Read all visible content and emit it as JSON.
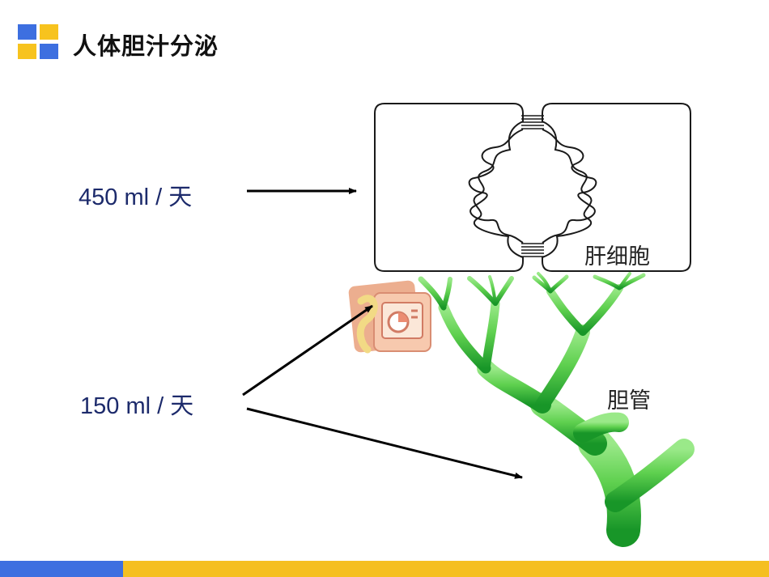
{
  "title": "人体胆汁分泌",
  "labels": {
    "hepatocyte_rate": "450 ml / 天",
    "duct_rate": "150 ml / 天",
    "hepatocyte": "肝细胞",
    "bile_duct": "胆管"
  },
  "colors": {
    "logo_blue": "#3d6fe0",
    "logo_yellow": "#f7c31e",
    "bar_blue": "#3d6fe0",
    "bar_yellow": "#f5bf20",
    "duct_light": "#8ee47a",
    "duct_dark": "#1b9a2c",
    "label_text": "#1c2a6b"
  },
  "icons": [
    "presentation-media-icon"
  ]
}
